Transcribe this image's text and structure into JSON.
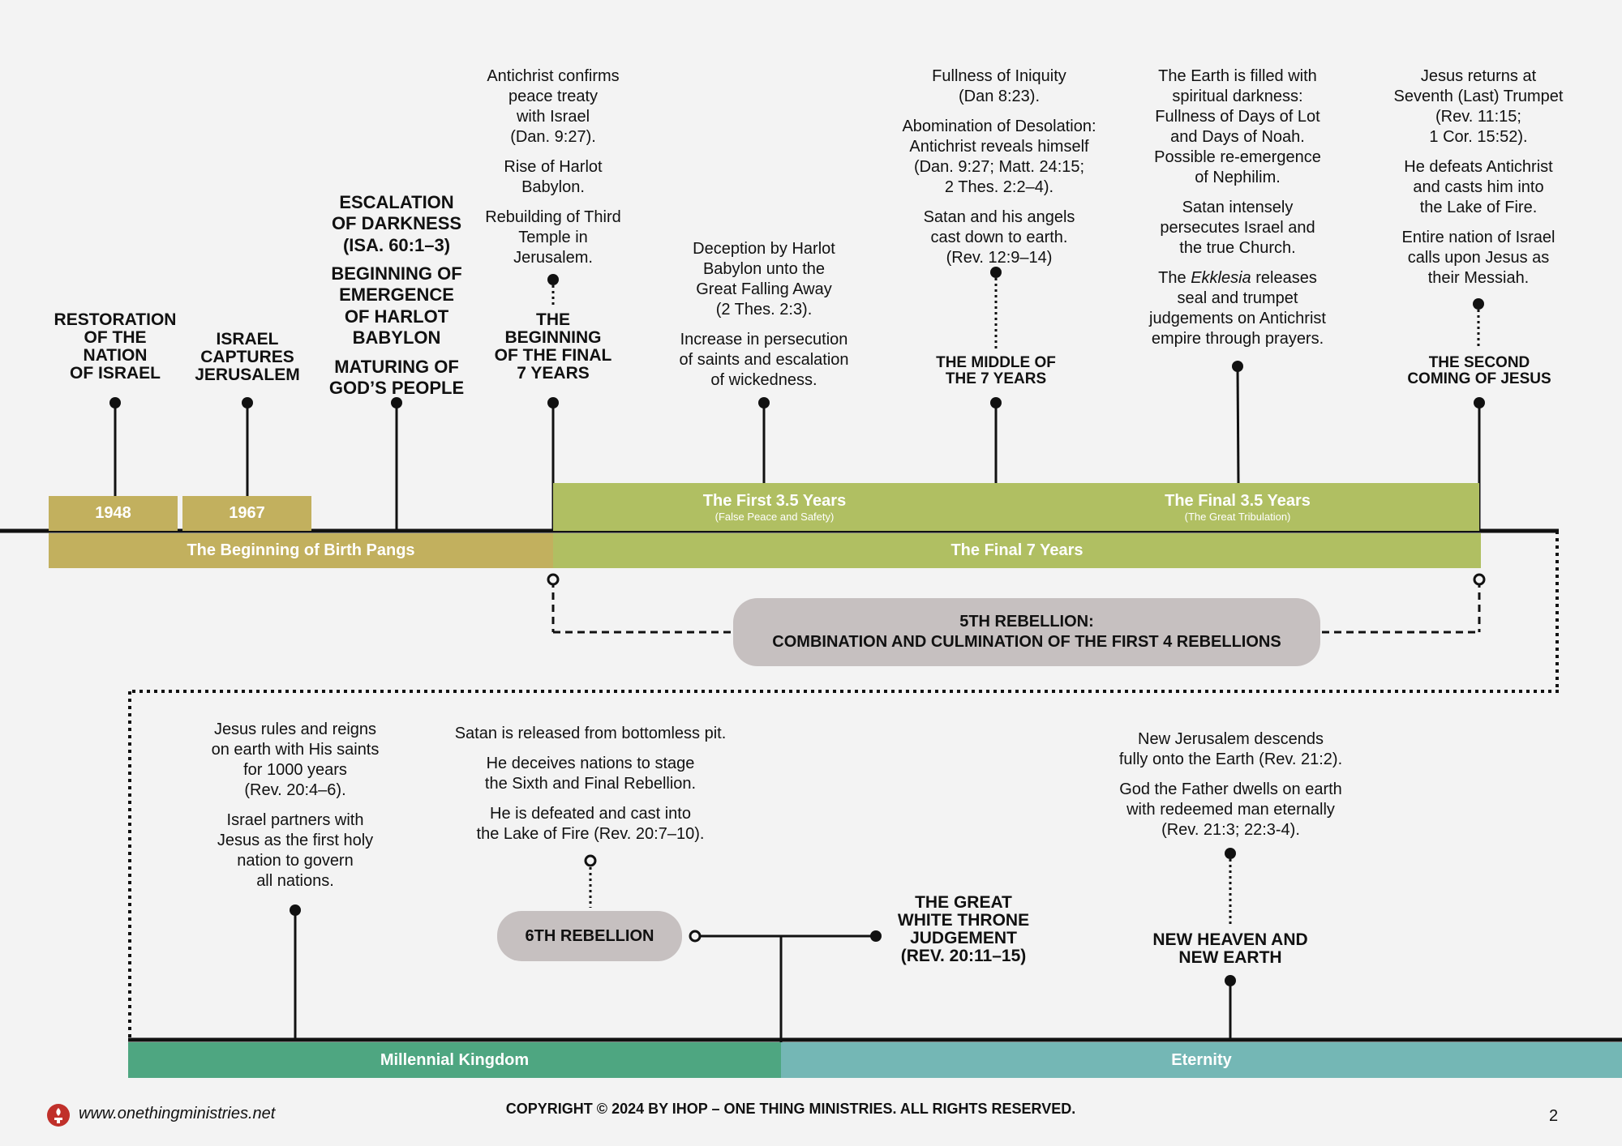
{
  "events_top": {
    "restoration": "RESTORATION\nOF THE\nNATION\nOF ISRAEL",
    "jerusalem": "ISRAEL\nCAPTURES\nJERUSALEM",
    "escalation": "ESCALATION\nOF DARKNESS\n(ISA. 60:1–3)",
    "babylon": "BEGINNING OF\nEMERGENCE\nOF HARLOT\nBABYLON",
    "maturing": "MATURING OF\nGOD’S PEOPLE",
    "beginning_final": "THE\nBEGINNING\nOF THE FINAL\n7 YEARS",
    "middle": "THE MIDDLE OF\nTHE 7 YEARS",
    "second_coming": "THE SECOND\nCOMING OF JESUS"
  },
  "notes_top": {
    "antichrist": [
      "Antichrist confirms\npeace treaty\nwith Israel\n(Dan. 9:27).",
      "Rise of Harlot\nBabylon.",
      "Rebuilding of Third\nTemple in\nJerusalem."
    ],
    "deception": [
      "Deception by Harlot\nBabylon unto the\nGreat Falling Away\n(2 Thes. 2:3).",
      "Increase in persecution\nof saints and escalation\nof wickedness."
    ],
    "fullness": [
      "Fullness of Iniquity\n(Dan 8:23).",
      "Abomination of Desolation:\nAntichrist reveals himself\n(Dan. 9:27; Matt. 24:15;\n2 Thes. 2:2–4).",
      "Satan and his angels\ncast down to earth.\n(Rev. 12:9–14)"
    ],
    "darkness": [
      "The Earth is filled with\nspiritual darkness:\nFullness of Days of Lot\nand Days of Noah.\nPossible re-emergence\nof Nephilim.",
      "Satan intensely\npersecutes Israel and\nthe true Church."
    ],
    "ekklesia_pre": "The ",
    "ekklesia_em": "Ekklesia",
    "ekklesia_post": " releases\nseal and trumpet\njudgements on Antichrist\nempire through prayers.",
    "returns": [
      "Jesus returns at\nSeventh (Last) Trumpet\n(Rev. 11:15;\n1 Cor. 15:52).",
      "He defeats Antichrist\nand casts him into\nthe Lake of Fire.",
      "Entire nation of Israel\ncalls upon Jesus as\ntheir Messiah."
    ]
  },
  "bands_top": {
    "y1948": "1948",
    "y1967": "1967",
    "first_title": "The First 3.5 Years",
    "first_sub": "(False Peace and Safety)",
    "final_title": "The Final 3.5 Years",
    "final_sub": "(The Great Tribulation)",
    "birth_pangs": "The Beginning of Birth Pangs",
    "final_seven": "The Final 7 Years"
  },
  "rebellion5": "5TH REBELLION:\nCOMBINATION AND CULMINATION OF THE FIRST 4 REBELLIONS",
  "notes_bottom": {
    "reign": [
      "Jesus rules and reigns\non earth with His saints\nfor 1000 years\n(Rev. 20:4–6).",
      "Israel partners with\nJesus as the first holy\nnation to govern\nall nations."
    ],
    "satan": [
      "Satan is released from bottomless pit.",
      "He deceives nations to stage\nthe Sixth and Final Rebellion.",
      "He is defeated and cast into\nthe Lake of Fire (Rev. 20:7–10)."
    ],
    "newjerusalem": [
      "New Jerusalem descends\nfully onto the Earth (Rev. 21:2).",
      "God the Father dwells on earth\nwith redeemed man eternally\n(Rev. 21:3; 22:3-4)."
    ]
  },
  "rebellion6": "6TH REBELLION",
  "white_throne": "THE GREAT\nWHITE THRONE\nJUDGEMENT\n(REV. 20:11–15)",
  "new_heaven": "NEW HEAVEN AND\nNEW EARTH",
  "bands_bottom": {
    "millennial": "Millennial Kingdom",
    "eternity": "Eternity"
  },
  "footer": {
    "website": "www.onethingministries.net",
    "copyright": "COPYRIGHT © 2024 BY IHOP – ONE THING MINISTRIES. ALL RIGHTS RESERVED.",
    "page": "2"
  },
  "colors": {
    "gold": "#c2b05e",
    "green": "#b0bf62",
    "teal": "#4ea681",
    "eternity": "#74b7b5",
    "pill": "#c6c0c0",
    "logo": "#c0302a"
  }
}
